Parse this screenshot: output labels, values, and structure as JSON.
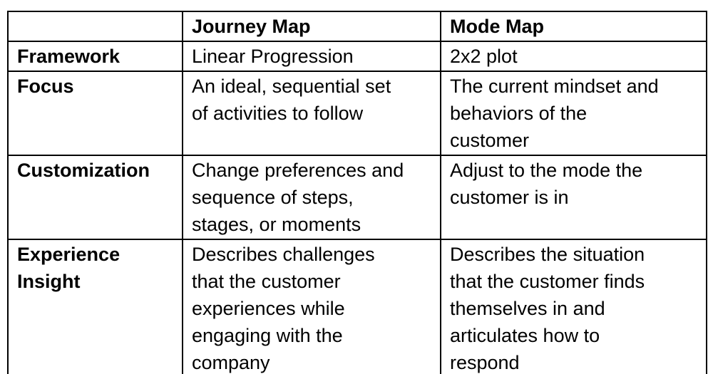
{
  "table": {
    "title": "Journey Map vs Mode Map comparison table",
    "colors": {
      "border": "#000000",
      "text": "#000000",
      "background": "#ffffff"
    },
    "header": {
      "empty": "",
      "journey": "Journey Map",
      "mode": "Mode Map"
    },
    "rows": [
      {
        "label": [
          "Framework"
        ],
        "journey": [
          "Linear Progression"
        ],
        "mode": [
          "2x2 plot"
        ]
      },
      {
        "label": [
          "Focus"
        ],
        "journey": [
          "An ideal, sequential set",
          "of activities to follow"
        ],
        "mode": [
          "The current mindset and",
          "behaviors of the",
          "customer"
        ]
      },
      {
        "label": [
          "Customization"
        ],
        "journey": [
          "Change preferences and",
          "sequence of steps,",
          "stages, or moments"
        ],
        "mode": [
          "Adjust to the mode the",
          "customer is in"
        ]
      },
      {
        "label": [
          "Experience",
          "Insight"
        ],
        "journey": [
          "Describes challenges",
          "that the customer",
          "experiences while",
          "engaging with the",
          "company"
        ],
        "mode": [
          "Describes the situation",
          "that the customer finds",
          "themselves in and",
          "articulates how to",
          "respond"
        ]
      }
    ]
  }
}
